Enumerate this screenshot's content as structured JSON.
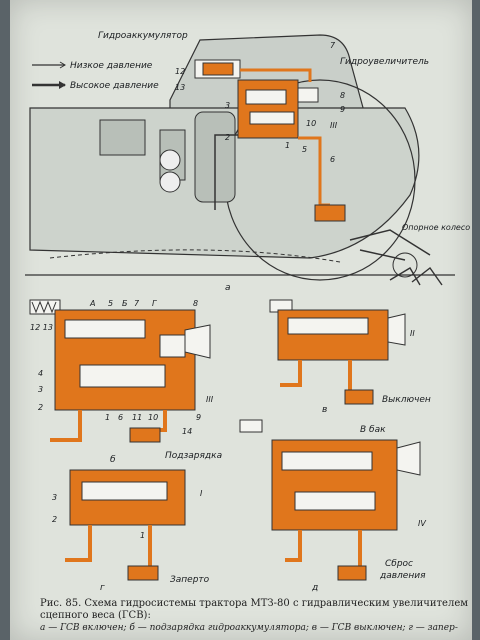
{
  "top_labels": {
    "accumulator": "Гидроаккумулятор",
    "booster": "Гидроувеличитель",
    "low_pressure": "Низкое давление",
    "high_pressure": "Высокое давление",
    "support_wheel": "Опорное колесо",
    "n12": "12",
    "n13": "13",
    "n7": "7",
    "n8": "8",
    "n9": "9",
    "n3": "3",
    "n2": "2",
    "n1": "1",
    "n6": "6",
    "n10": "10",
    "n5": "5",
    "nIII": "III",
    "fig_a": "а"
  },
  "panel_b": {
    "n12_13": "12 13",
    "nA": "А",
    "n5": "5",
    "nB": "Б",
    "n7": "7",
    "nG": "Г",
    "n8": "8",
    "n4": "4",
    "n3": "3",
    "n2": "2",
    "n6": "6",
    "n11": "11",
    "n10": "10",
    "n1": "1",
    "nIII": "III",
    "n9": "9",
    "n14": "14",
    "label": "Подзарядка",
    "fig": "б"
  },
  "panel_v": {
    "nII": "II",
    "label": "Выключен",
    "fig": "в"
  },
  "panel_g": {
    "n3": "3",
    "n2": "2",
    "n1": "1",
    "nI": "I",
    "label": "Заперто",
    "fig": "г"
  },
  "panel_d": {
    "tank": "В бак",
    "nIV": "IV",
    "label1": "Сброс",
    "label2": "давления",
    "fig": "д"
  },
  "caption": {
    "main": "Рис. 85. Схема гидросистемы трактора МТЗ-80 с гидравлическим увеличителем сцепного веса (ГСВ):",
    "sub": "а — ГСВ включен; б — подзарядка гидроаккумулятора; в — ГСВ выключен; г — запер-"
  },
  "colors": {
    "oil_orange": "#e0761c",
    "paper": "#dfe3dc",
    "ink": "#1a1d20"
  }
}
